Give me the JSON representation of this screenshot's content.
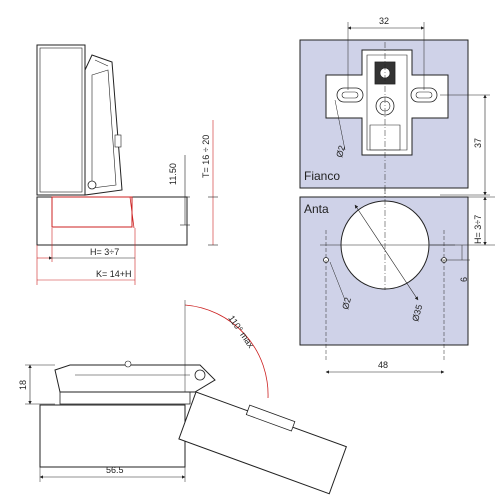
{
  "colors": {
    "panel": "#cfd2e8",
    "line": "#222222",
    "dim": "#cc2222",
    "hidden": "#666666"
  },
  "side_view": {
    "dim_height": "11.50",
    "dim_thickness": "T= 16 ÷ 20",
    "dim_h": "H= 3÷7",
    "dim_k": "K= 14+H"
  },
  "front_view": {
    "top_dim": "32",
    "right_dim": "37",
    "hole_dim": "Ø2",
    "panel_label": "Fianco"
  },
  "door_view": {
    "panel_label": "Anta",
    "right_dim": "H= 3÷7",
    "small_dim": "6",
    "hole_dim": "Ø2",
    "cup_dim": "Ø35",
    "bottom_dim": "48"
  },
  "open_view": {
    "angle_label": "110° max",
    "height_dim": "18",
    "width_dim": "56.5"
  }
}
